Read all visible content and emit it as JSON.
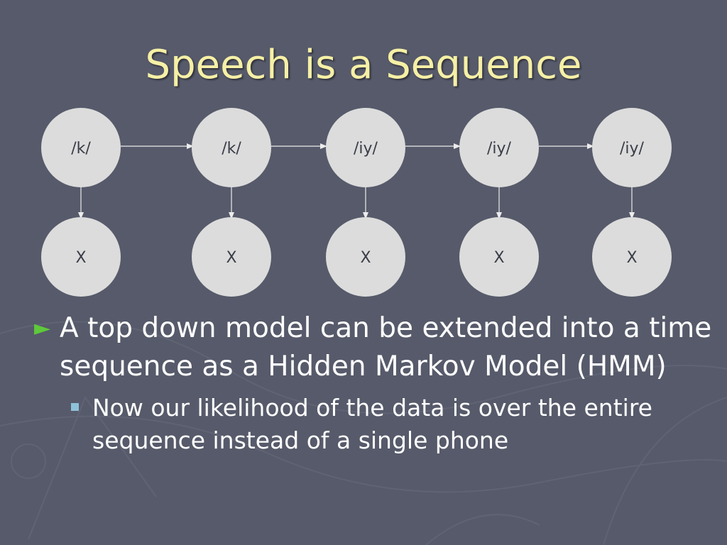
{
  "slide": {
    "title": "Speech is a Sequence",
    "colors": {
      "background": "#565a6a",
      "title": "#f6f0a6",
      "node_fill": "#dcdcdc",
      "node_text": "#3a3d47",
      "arrow": "#ececec",
      "bullet_level1": "#5ec93a",
      "bullet_level2": "#8ec2d8"
    }
  },
  "diagram": {
    "hidden_states": [
      "/k/",
      "/k/",
      "/iy/",
      "/iy/",
      "/iy/"
    ],
    "observations": [
      "X",
      "X",
      "X",
      "X",
      "X"
    ]
  },
  "bullets": {
    "level1": "A top down model can be extended into a time sequence as a Hidden Markov Model (HMM)",
    "level2": "Now our likelihood of the data is over the entire sequence instead of a single phone"
  }
}
